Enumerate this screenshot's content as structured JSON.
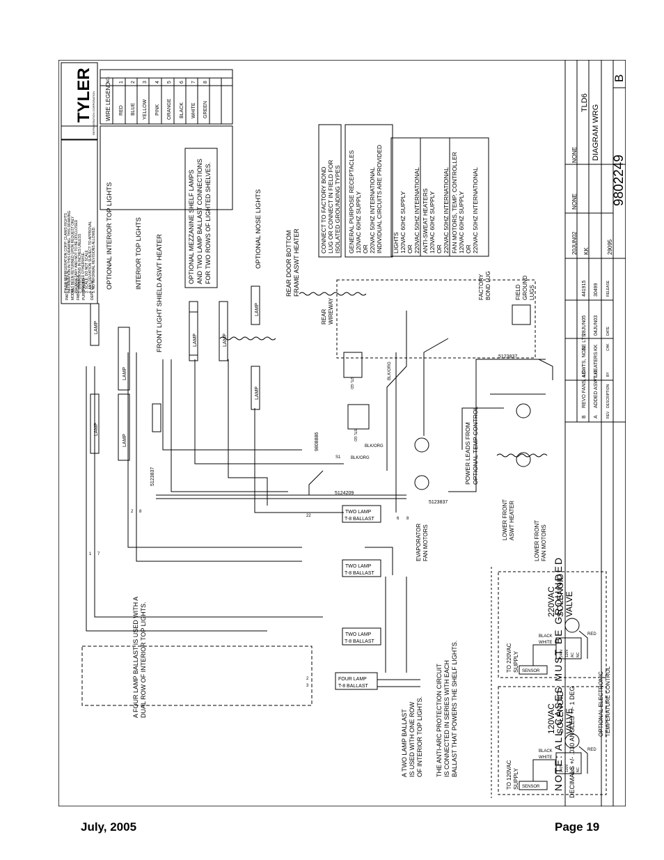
{
  "footer": {
    "date": "July, 2005",
    "page": "Page 19"
  },
  "logo": {
    "text": "TYLER",
    "subtext": "REFRIGERATION CORPORATION"
  },
  "notice": [
    "TYLER REFRIGERATION CORP. CLAIMS RIGHTS",
    "INFORMATION IN THIS DRAWING. THIS DRAWING",
    "HAS BEEN RETURNED UPON REQUEST ONLY",
    "PROPRIETARY AND NOT TO BE DISCLOSED",
    "2. DIMENSIONS IN INCHES UNLESS",
    "SPECIFIED OTHERWISE.",
    "3. SCALE: DO NOT SCALE",
    "4. ANY DEVIATION SUBJECT TO APPROVAL",
    "5. NO INFORMAL REVISIONS ALLOWED."
  ],
  "part_info": [
    "PART TYPE   N  T  S",
    "MODEL",
    "FABRICATED  X",
    "PURCHASED",
    "DEPT    CC    W"
  ],
  "wire_legend": {
    "title": "WIRE LEGEND",
    "headers": [
      "NO.",
      "COLOR"
    ],
    "rows": [
      [
        "1",
        "RED"
      ],
      [
        "2",
        "BLUE"
      ],
      [
        "3",
        "YELLOW"
      ],
      [
        "4",
        "PINK"
      ],
      [
        "5",
        "ORANGE"
      ],
      [
        "6",
        "BLACK"
      ],
      [
        "7",
        "WHITE"
      ],
      [
        "8",
        "GREEN"
      ]
    ]
  },
  "labels": {
    "opt_interior_top": "OPTIONAL  INTERIOR  TOP  LIGHTS",
    "interior_top": "INTERIOR  TOP  LIGHTS",
    "front_shield": "FRONT  LIGHT  SHIELD  ASWT  HEATER",
    "mezz_1": "OPTIONAL  MEZZANINE  SHELF  LAMPS",
    "mezz_2": "AND  TWO  LAMP  BALLAST  CONNECTIONS",
    "mezz_3": "FOR  TWO  ROWS  OF  LIGHTED  SHELVES.",
    "opt_nose": "OPTIONAL  NOSE  LIGHTS",
    "rear_door_1": "REAR  DOOR  BOTTOM",
    "rear_door_2": "FRAME  ASWT  HEATER",
    "rear_wireway_1": "REAR",
    "rear_wireway_2": "WIREWAY",
    "factory_bond_1": "FACTORY",
    "factory_bond_2": "BOND  LUG",
    "field_ground_1": "FIELD",
    "field_ground_2": "GROUND",
    "field_ground_3": "LUGS",
    "evap_fan_1": "EVAPORATOR",
    "evap_fan_2": "FAN  MOTORS",
    "power_leads_1": "POWER  LEADS  FROM",
    "power_leads_2": "OPTIONAL  TEMP  CONTROL",
    "lower_front_heater_1": "LOWER  FRONT",
    "lower_front_heater_2": "ASWT  HEATER",
    "lower_front_fan_1": "LOWER  FRONT",
    "lower_front_fan_2": "FAN  MOTORS",
    "two_lamp_ballast_note_1": "A  TWO  LAMP  BALLAST",
    "two_lamp_ballast_note_2": "IS  USED  WITH  ONE  ROW",
    "two_lamp_ballast_note_3": "OF  INTERIOR  TOP  LIGHTS.",
    "anti_arc_1": "THE  ANTI-ARC  PROTECTION  CIRCUIT",
    "anti_arc_2": "IS  CONNECTED  IN  SERIES  WITH  EACH",
    "anti_arc_3": "BALLAST  THAT  POWERS  THE  SHELF  LIGHTS.",
    "four_lamp_note_1": "A  FOUR  LAMP  BALLAST  IS  USED  WITH  A",
    "four_lamp_note_2": "DUAL  ROW  OF  INTERIOR  TOP  LIGHTS.",
    "lamp": "LAMP",
    "two_lamp": "TWO LAMP",
    "four_lamp": "FOUR LAMP",
    "t8_ballast": "T-8 BALLAST",
    "blk_org": "BLK/ORG",
    "stl_gd": "STL GD",
    "s1": "S1",
    "part_5123837": "5123837",
    "part_9808886": "9808886",
    "part_5124209": "5124209",
    "sensor": "SENSOR",
    "black": "BLACK",
    "white": "WHITE",
    "red": "RED",
    "supply_220_1": "TO  220VAC",
    "supply_220_2": "SUPPLY",
    "supply_120_1": "TO  120VAC",
    "supply_120_2": "SUPPLY",
    "sol220_1": "220VAC",
    "sol220_2": "SOLENOID",
    "sol220_3": "VALVE",
    "sol120_1": "120VAC",
    "sol120_2": "SOLENOID",
    "sol120_3": "VALVE",
    "opt_elec_1": "OPTIONAL  ELECTRONIC",
    "opt_elec_2": "TEMPERATURE  CONTROL",
    "ctrl_240": "240V",
    "ctrl_120": "120V",
    "ctrl_ac": "AC",
    "ctrl_nc": "NC"
  },
  "ground_box": [
    "CONNECT  TO  FACTORY  BOND",
    "LUG  OR  CONNECT  IN  FIELD  FOR",
    "ISOLATED  GROUNDING  TYPES"
  ],
  "receptacles_box": [
    "GENERAL  PURPOSE  RECEPTACLES",
    "120VAC     60HZ    SUPPLY",
    "                  OR",
    "220VAC  50HZ  INTERNATIONAL",
    "INDIVIDUAL  CIRCUITS  ARE  PROVIDED"
  ],
  "lights_box": [
    "LIGHTS",
    "120VAC     60HZ    SUPPLY",
    "                  OR",
    "220VAC  50HZ  INTERNATIONAL"
  ],
  "antisweat_box": [
    "ANTI-SWEAT  HEATERS",
    "120VAC     60HZ    SUPPLY",
    "                  OR",
    "220VAC  50HZ  INTERNATIONAL"
  ],
  "fans_box": [
    "FAN  MOTORS,  TEMP.  CONTROLLER",
    "120VAC     60HZ    SUPPLY",
    "                  OR",
    "220VAC  50HZ  INTERNATIONAL"
  ],
  "note": "NOTE:  ALL  CASES  MUST  BE  GROUNDED",
  "decimals": "DECIMALS  +/-  .030  ANGLES  +/-  1  DEG",
  "title_block": {
    "drawing_title": "DIAGRAM  WRG",
    "model": "TLD6",
    "number": "9802249",
    "rev": "B",
    "scale": "NONE",
    "material": "NONE",
    "date": "20JUN02",
    "drawn": "KK",
    "checked": "29095"
  },
  "revisions": [
    {
      "rev": "B",
      "desc": "REVO  FANS,  ASWTS,  NOSE  LTS",
      "release": "441915",
      "date": "28JUN05",
      "by": "LC",
      "ck": "JL"
    },
    {
      "rev": "A",
      "desc": "ADDED  ASWT  HEATERS",
      "release": "30499",
      "date": "04JUN03",
      "by": "LC",
      "ck": "KK"
    }
  ],
  "revision_headers": [
    "REV",
    "DESCRIPTION",
    "RELEASE",
    "DATE",
    "BY",
    "CHK"
  ],
  "wire_numbers": [
    "1",
    "2",
    "3",
    "6",
    "7",
    "8",
    "22",
    "2",
    "8"
  ]
}
